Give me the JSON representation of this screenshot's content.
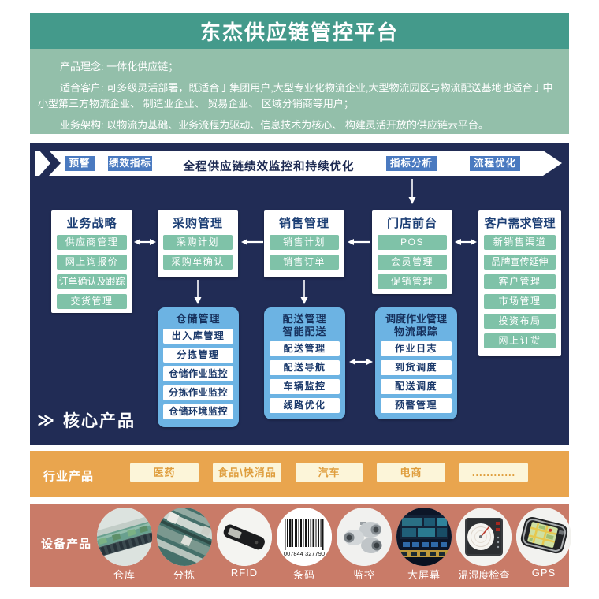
{
  "header": {
    "title": "东杰供应链管控平台"
  },
  "intro": {
    "line1": "产品理念: 一体化供应链；",
    "line2": "适合客户: 可多级灵活部署，既适合于集团用户,大型专业化物流企业,大型物流园区与物流配送基地也适合于中小型第三方物流企业、 制造业企业、 贸易企业、 区域分销商等用户；",
    "line3": "业务架构: 以物流为基础、业务流程为驱动、信息技术为核心、 构建灵活开放的供应链云平台。"
  },
  "banner": {
    "warning": "预警",
    "kpi": "绩效指标",
    "center": "全程供应链绩效监控和持续优化",
    "analysis": "指标分析",
    "optimize": "流程优化"
  },
  "columns": [
    {
      "title": "业务战略",
      "items": [
        "供应商管理",
        "网上询报价",
        "订单确认及跟踪",
        "交货管理"
      ]
    },
    {
      "title": "采购管理",
      "items": [
        "采购计划",
        "采购单确认"
      ]
    },
    {
      "title": "销售管理",
      "items": [
        "销售计划",
        "销售订单"
      ]
    },
    {
      "title": "门店前台",
      "items": [
        "POS",
        "会员管理",
        "促销管理"
      ]
    },
    {
      "title": "客户需求管理",
      "items": [
        "新销售渠道",
        "品牌宣传延伸",
        "客户管理",
        "市场管理",
        "投资布局",
        "网上订货"
      ]
    }
  ],
  "process": [
    {
      "title1": "仓储管理",
      "title2": "",
      "items": [
        "出入库管理",
        "分拣管理",
        "仓储作业监控",
        "分拣作业监控",
        "仓储环境监控"
      ]
    },
    {
      "title1": "配送管理",
      "title2": "智能配送",
      "items": [
        "配送管理",
        "配送导航",
        "车辆监控",
        "线路优化"
      ]
    },
    {
      "title1": "调度作业管理",
      "title2": "物流跟踪",
      "items": [
        "作业日志",
        "到货调度",
        "配送调度",
        "预警管理"
      ]
    }
  ],
  "core": {
    "chevrons": "≫",
    "label": "核心产品"
  },
  "industry": {
    "label": "行业产品",
    "items": [
      "医药",
      "食品\\快消品",
      "汽车",
      "电商",
      "............"
    ]
  },
  "devices": {
    "label": "设备产品",
    "items": [
      "仓库",
      "分拣",
      "RFID",
      "条码",
      "监控",
      "大屏幕",
      "温湿度检查",
      "GPS"
    ],
    "barcode_number": "007844 327790"
  },
  "colors": {
    "teal_header": "#449a8b",
    "sage_intro": "#93bfaa",
    "navy": "#212c55",
    "blue_chip": "#4a7ac0",
    "green_chip": "#7fc2a8",
    "light_blue_box": "#6cb3e3",
    "orange_band": "#e9a54e",
    "cream_chip": "#fcf5d9",
    "salmon_band": "#c97b68"
  }
}
